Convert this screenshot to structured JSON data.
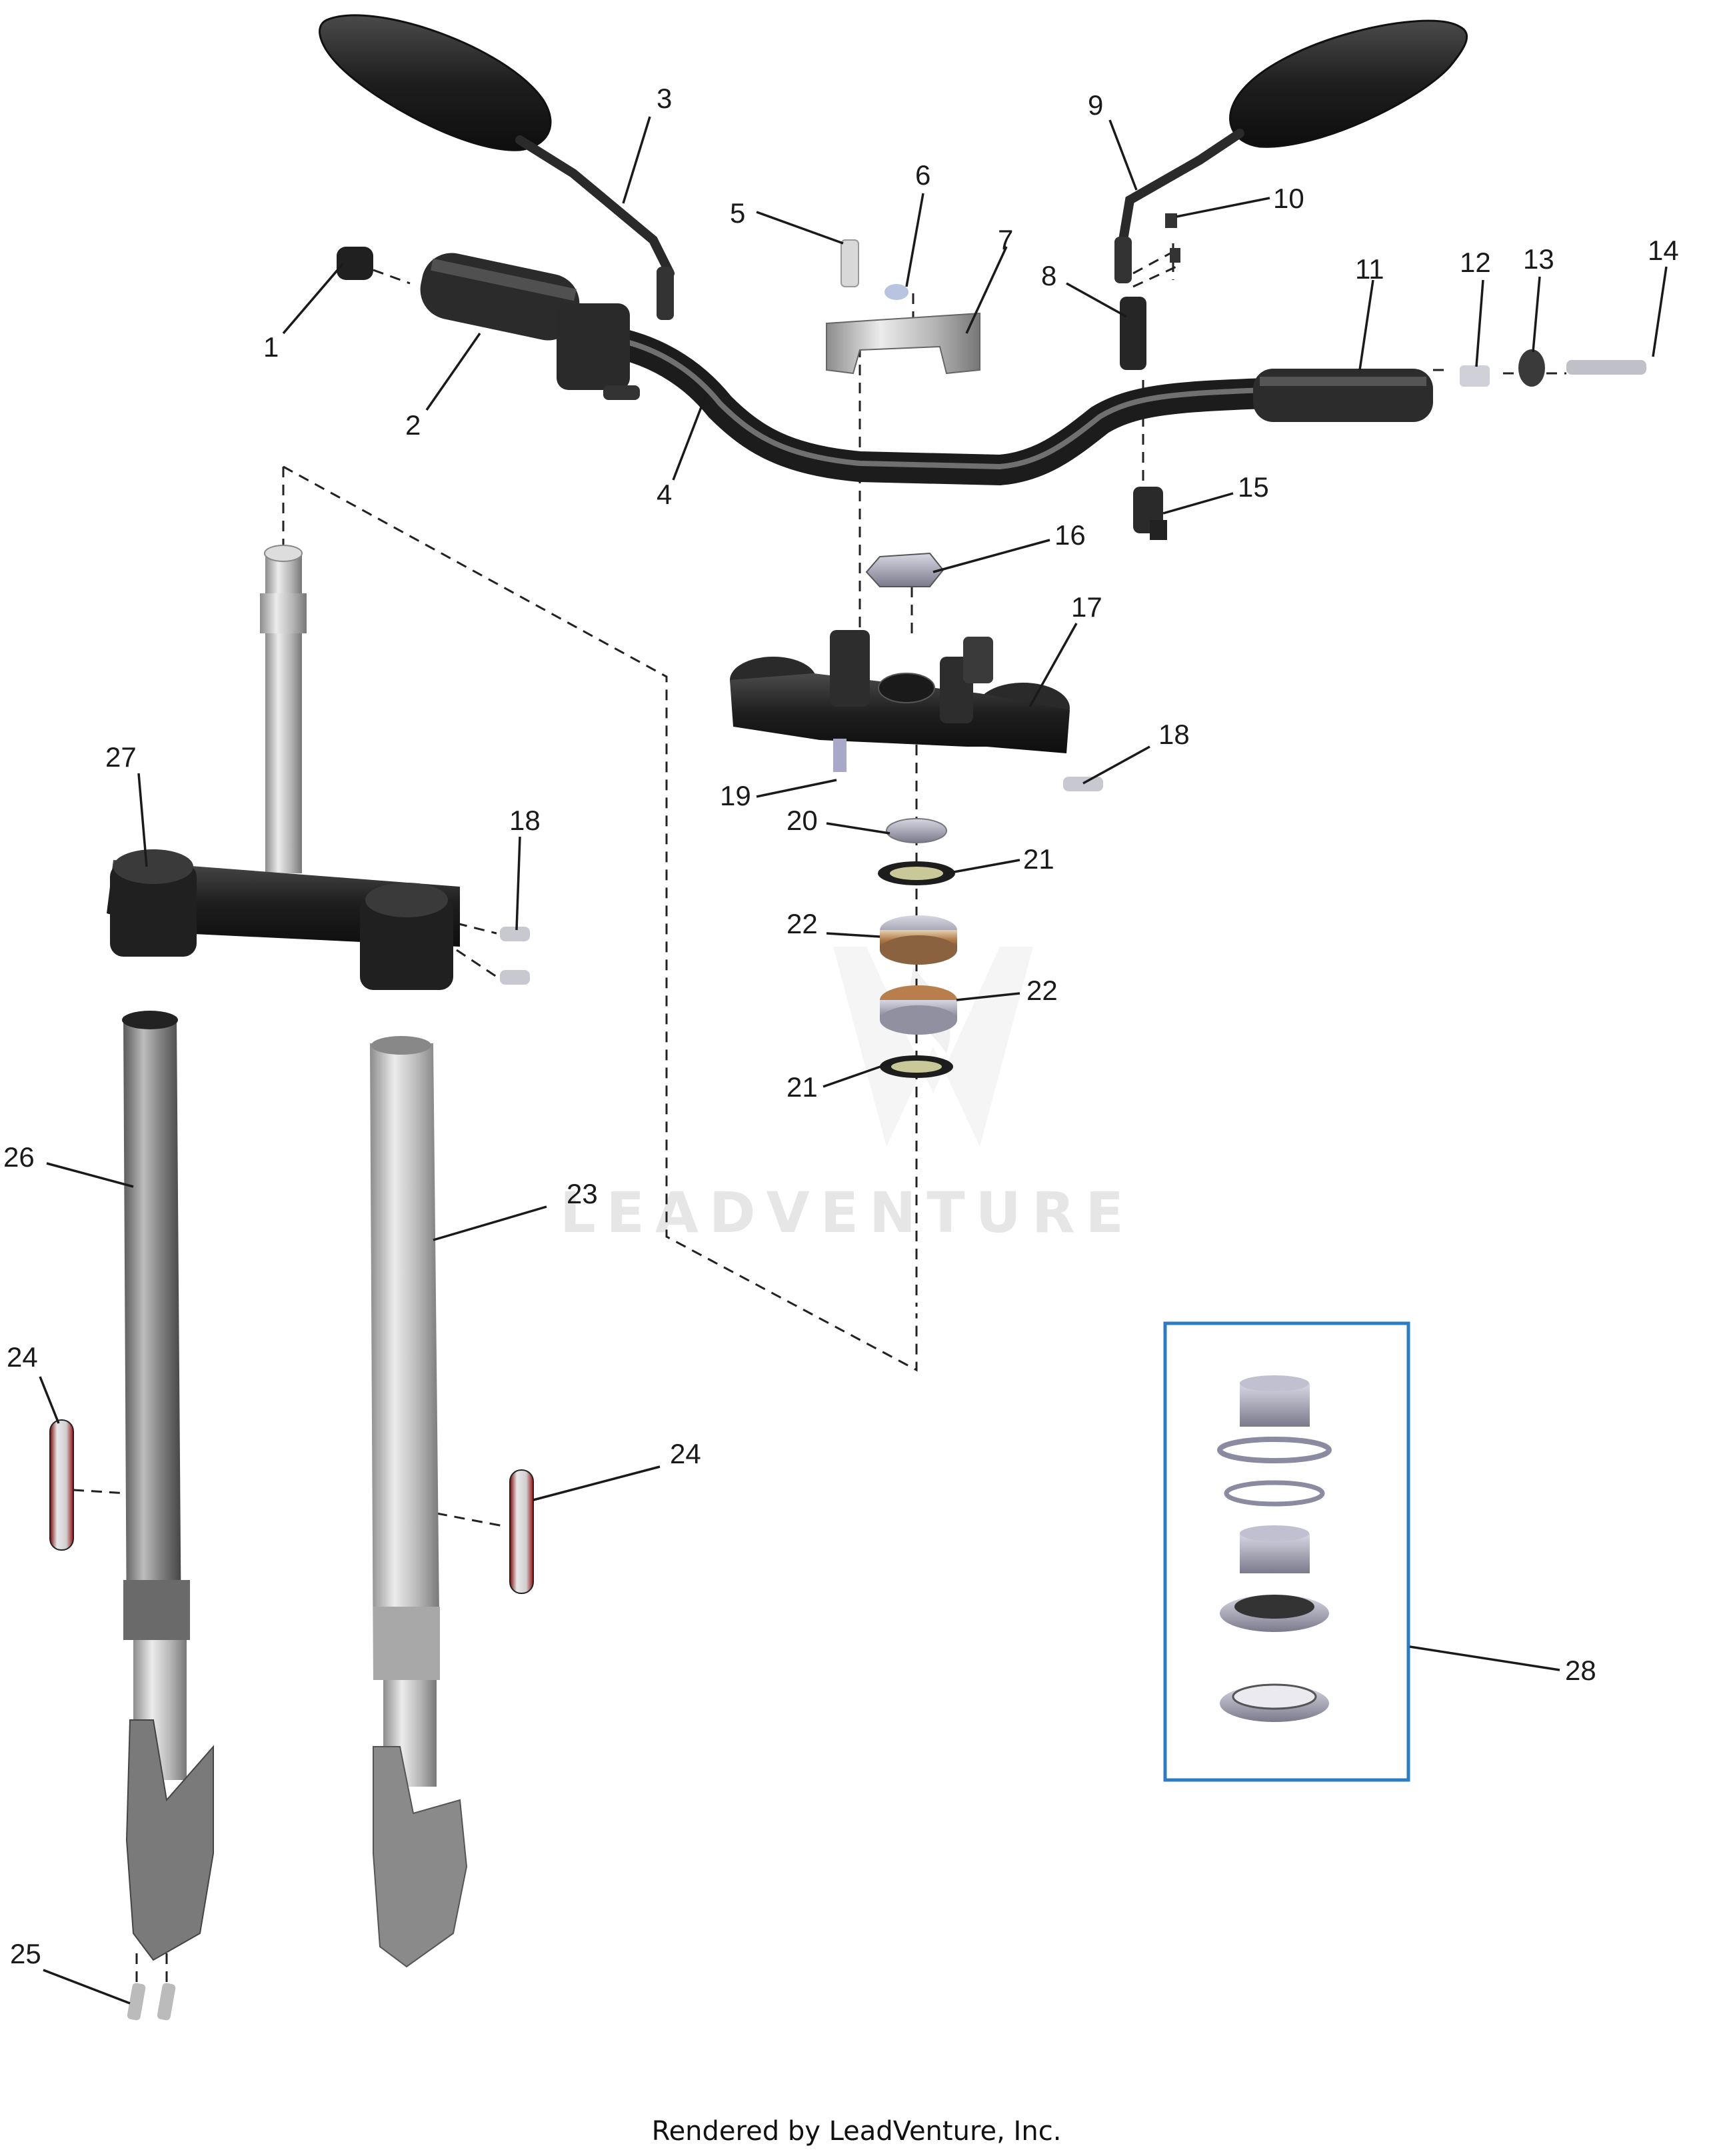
{
  "diagram": {
    "watermark": "LEADVENTURE",
    "footer": "Rendered by LeadVenture, Inc.",
    "kit_box_color": "#2c7cc4",
    "callouts": {
      "c1": "1",
      "c2": "2",
      "c3": "3",
      "c4": "4",
      "c5": "5",
      "c6": "6",
      "c7": "7",
      "c8": "8",
      "c9": "9",
      "c10": "10",
      "c11": "11",
      "c12": "12",
      "c13": "13",
      "c14": "14",
      "c15": "15",
      "c16": "16",
      "c17": "17",
      "c18a": "18",
      "c18b": "18",
      "c19": "19",
      "c20": "20",
      "c21a": "21",
      "c21b": "21",
      "c22a": "22",
      "c22b": "22",
      "c23": "23",
      "c24a": "24",
      "c24b": "24",
      "c25": "25",
      "c26": "26",
      "c27": "27",
      "c28": "28"
    }
  }
}
